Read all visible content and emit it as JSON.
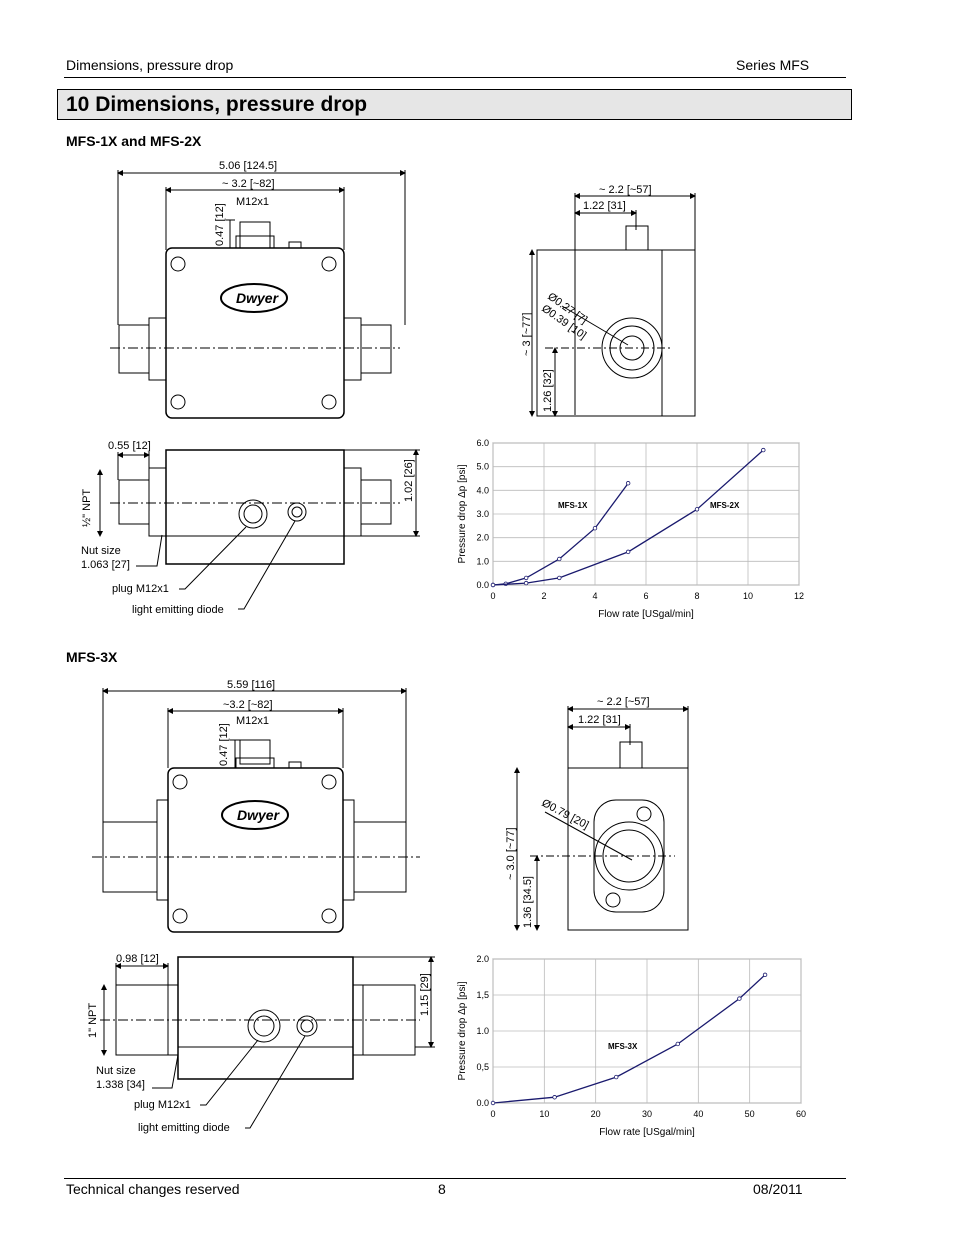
{
  "header": {
    "left": "Dimensions, pressure drop",
    "right": "Series MFS"
  },
  "section_title": "10 Dimensions, pressure drop",
  "subsections": {
    "mfs12": "MFS-1X and MFS-2X",
    "mfs3": "MFS-3X"
  },
  "drawing1": {
    "dim_total": "5.06 [124.5]",
    "dim_body": "~ 3.2 [~82]",
    "connector": "M12x1",
    "dim_conn_h": "0.47 [12]",
    "logo": "Dwyer",
    "side_w22": "~ 2.2  [~57]",
    "side_w122": "1.22 [31]",
    "side_diam1": "Ø0.27 [7]",
    "side_diam2": "Ø0.39 [10]",
    "side_h3": "~ 3 [~77]",
    "side_h126": "1.26 [32]",
    "front_thread": "0.55 [12]",
    "front_h": "1.02 [26]",
    "npt": "½\" NPT",
    "nut_size_label": "Nut size",
    "nut_size": "1.063 [27]",
    "plug": "plug M12x1",
    "led": "light emitting diode"
  },
  "drawing2": {
    "dim_total": "5.59 [116]",
    "dim_body": "~3.2 [~82]",
    "connector": "M12x1",
    "dim_conn_h": "0.47 [12]",
    "logo": "Dwyer",
    "side_w22": "~ 2.2 [~57]",
    "side_w122": "1.22 [31]",
    "side_diam": "Ø0.79 [20]",
    "side_h3": "~ 3.0 [~77]",
    "side_h136": "1.36 [34.5]",
    "front_thread": "0.98 [12]",
    "front_h": "1.15 [29]",
    "npt": "1\" NPT",
    "nut_size_label": "Nut size",
    "nut_size": "1.338 [34]",
    "plug": "plug M12x1",
    "led": "light emitting diode"
  },
  "chart_data": [
    {
      "type": "line",
      "xlabel": "Flow rate [USgal/min]",
      "ylabel": "Pressure drop Δp [psi]",
      "xlim": [
        0,
        12
      ],
      "ylim": [
        0,
        6.0
      ],
      "xticks": [
        "0",
        "2",
        "4",
        "6",
        "8",
        "10",
        "12"
      ],
      "yticks": [
        "0.0",
        "1.0",
        "2.0",
        "3.0",
        "4.0",
        "5.0",
        "6.0"
      ],
      "grid": true,
      "series": [
        {
          "name": "MFS-1X",
          "x": [
            0,
            0.5,
            1.3,
            2.6,
            4.0,
            5.3
          ],
          "y": [
            0,
            0.05,
            0.3,
            1.1,
            2.4,
            4.3
          ]
        },
        {
          "name": "MFS-2X",
          "x": [
            0,
            1.3,
            2.6,
            5.3,
            8.0,
            10.6
          ],
          "y": [
            0,
            0.08,
            0.3,
            1.4,
            3.2,
            5.7
          ]
        }
      ]
    },
    {
      "type": "line",
      "xlabel": "Flow rate [USgal/min]",
      "ylabel": "Pressure drop Δp [psi]",
      "xlim": [
        0,
        60
      ],
      "ylim": [
        0,
        2.0
      ],
      "xticks": [
        "0",
        "10",
        "20",
        "30",
        "40",
        "50",
        "60"
      ],
      "yticks": [
        "0.0",
        "0,5",
        "1.0",
        "1,5",
        "2.0"
      ],
      "grid": true,
      "series": [
        {
          "name": "MFS-3X",
          "x": [
            0,
            12,
            24,
            36,
            48,
            53
          ],
          "y": [
            0,
            0.08,
            0.36,
            0.82,
            1.45,
            1.78
          ]
        }
      ]
    }
  ],
  "footer": {
    "left": "Technical changes reserved",
    "center": "8",
    "right": "08/2011"
  }
}
